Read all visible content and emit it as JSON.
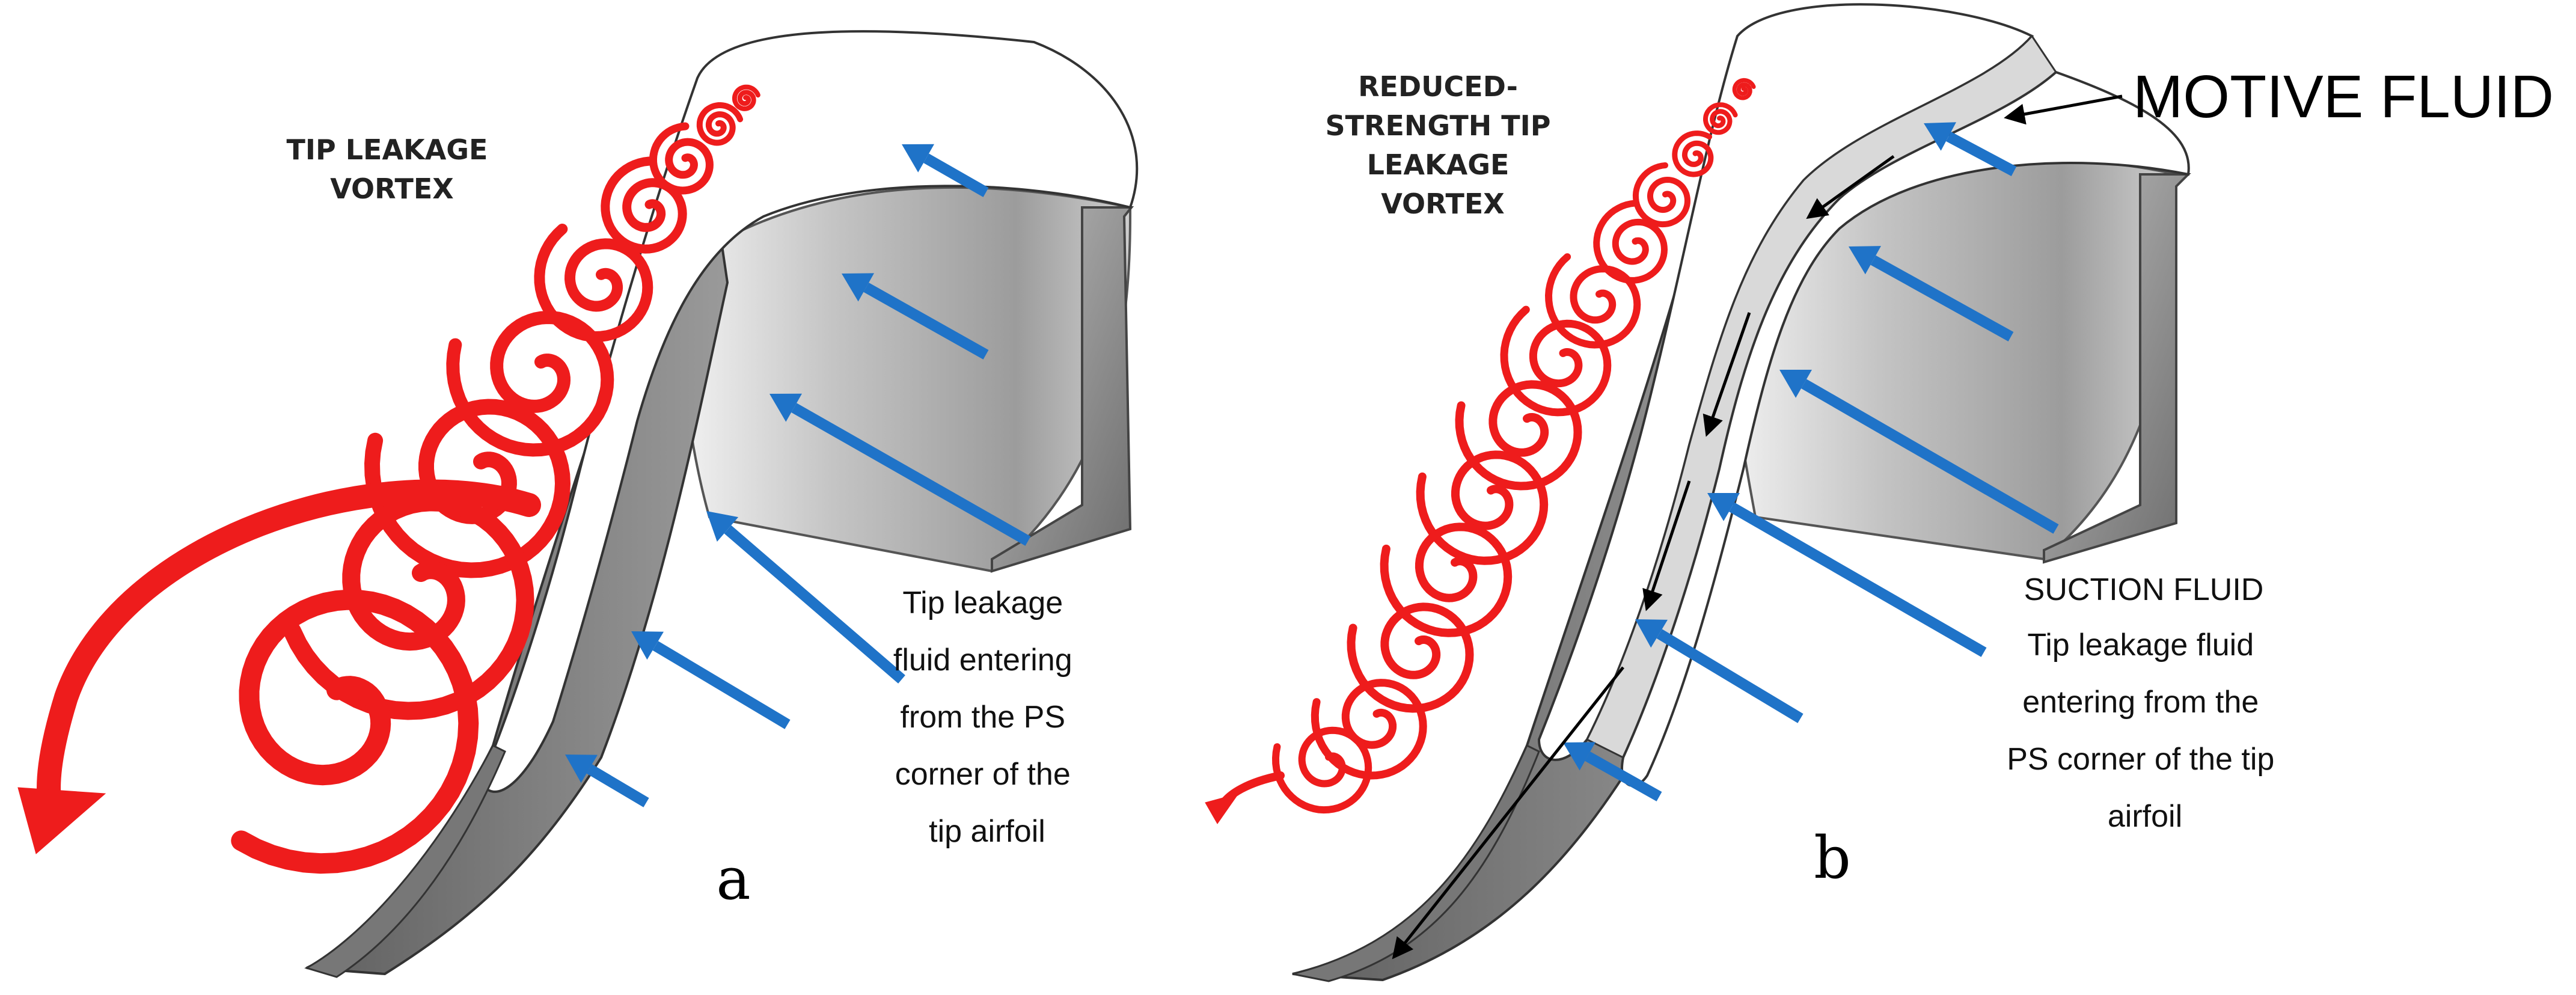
{
  "panel_a": {
    "vortex_label": [
      "TIP LEAKAGE",
      "VORTEX"
    ],
    "fluid_label": [
      "Tip leakage",
      "fluid entering",
      "from the PS",
      "corner of the",
      "tip airfoil"
    ],
    "letter": "a"
  },
  "panel_b": {
    "vortex_label": [
      "REDUCED-",
      "STRENGTH TIP",
      "LEAKAGE",
      "VORTEX"
    ],
    "motive_label": "MOTIVE FLUID",
    "suction_label": "SUCTION FLUID",
    "fluid_label": [
      "Tip leakage fluid",
      "entering from the",
      "PS corner of the tip",
      "airfoil"
    ],
    "letter": "b"
  },
  "colors": {
    "vortex": "#ee1c1c",
    "flow_arrow": "#1f73c8",
    "blade_shadow": "#8a8a8a",
    "blade_face": "#ffffff",
    "outline": "#333333"
  }
}
